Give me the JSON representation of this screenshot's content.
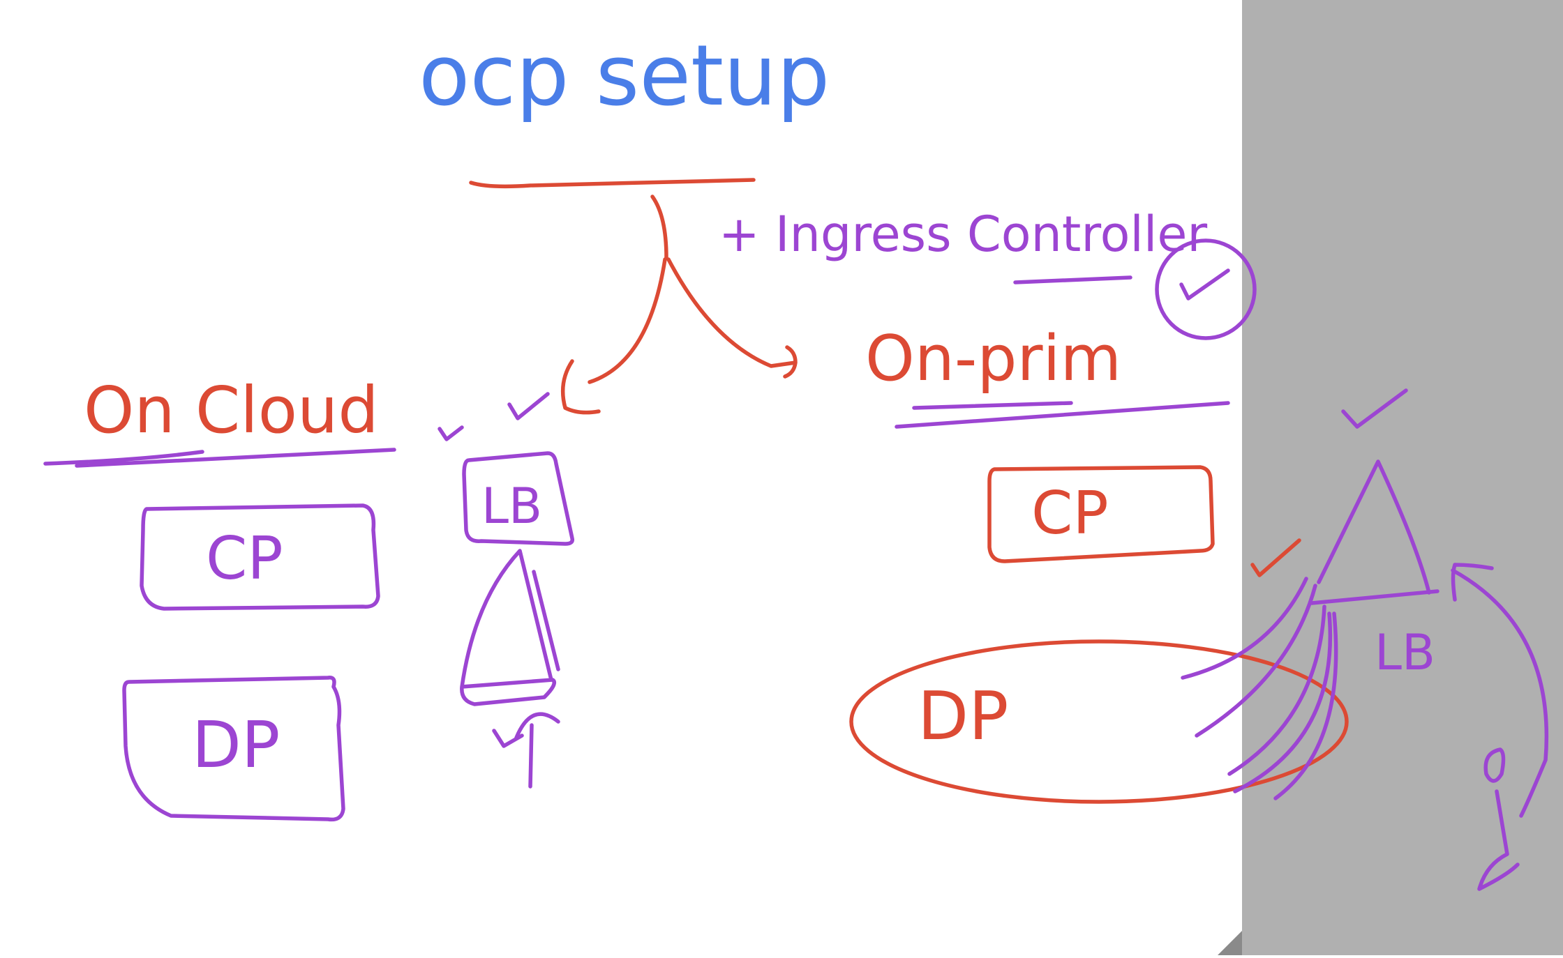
{
  "colors": {
    "blue": "#4a7ee8",
    "red": "#dc4a34",
    "purple": "#9c45d2",
    "margin_gray": "#b0b0b0",
    "corner_gray": "#8a8a8a",
    "background": "#ffffff"
  },
  "title": "ocp setup",
  "ingress_note": "+ Ingress Controller",
  "branches": {
    "cloud": {
      "heading": "On Cloud",
      "cp_label": "CP",
      "dp_label": "DP",
      "lb_label": "LB"
    },
    "prem": {
      "heading": "On-prim",
      "cp_label": "CP",
      "dp_label": "DP",
      "lb_label": "LB"
    }
  }
}
